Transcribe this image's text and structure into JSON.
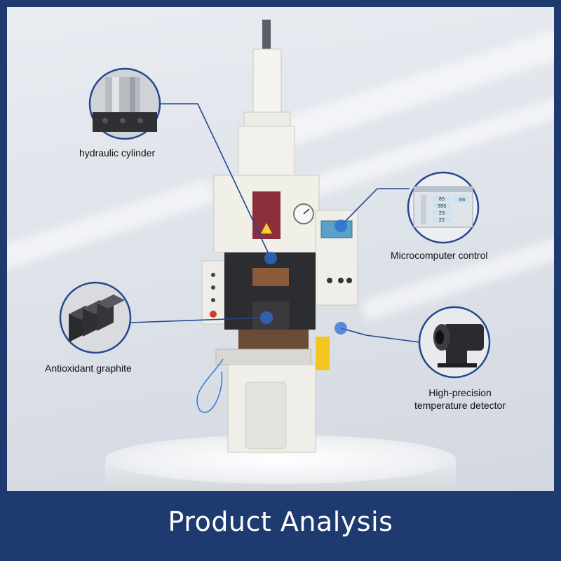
{
  "labels": {
    "hydraulic_cylinder": "hydraulic cylinder",
    "microcomputer_control": "Microcomputer control",
    "antioxidant_graphite": "Antioxidant graphite",
    "temperature_detector_line1": "High-precision",
    "temperature_detector_line2": "temperature detector"
  },
  "screen_values": [
    "85",
    "395",
    "25",
    "22",
    "66"
  ],
  "footer": {
    "title": "Product Analysis"
  },
  "colors": {
    "frame": "#1e3a6e",
    "callout_line": "#24478f",
    "callout_dot": "#2b6fd6"
  }
}
